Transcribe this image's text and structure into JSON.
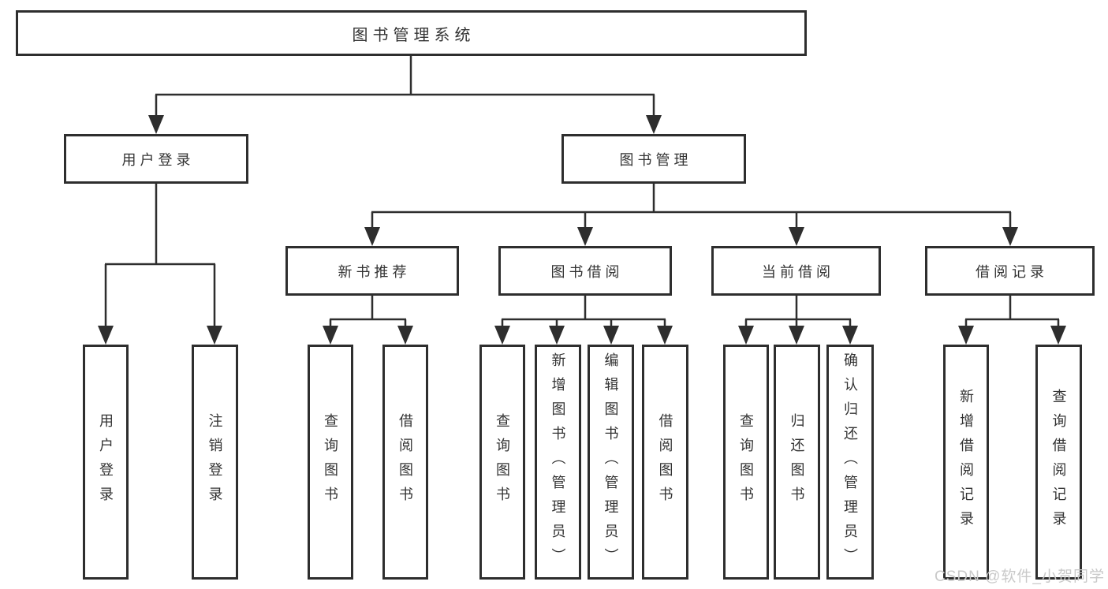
{
  "diagram_title": "图书管理系统",
  "colors": {
    "line": "#2e2e2e",
    "text": "#333333",
    "watermark": "#c9c9c9",
    "background": "#ffffff"
  },
  "watermark": "CSDN @软件_小贺同学",
  "tree": {
    "root": {
      "label": "图书管理系统",
      "children": [
        {
          "label": "用户登录",
          "children": [
            {
              "label": "用户登录"
            },
            {
              "label": "注销登录"
            }
          ]
        },
        {
          "label": "图书管理",
          "children": [
            {
              "label": "新书推荐",
              "children": [
                {
                  "label": "查询图书"
                },
                {
                  "label": "借阅图书"
                }
              ]
            },
            {
              "label": "图书借阅",
              "children": [
                {
                  "label": "查询图书"
                },
                {
                  "label": "新增图书（管理员）"
                },
                {
                  "label": "编辑图书（管理员）"
                },
                {
                  "label": "借阅图书"
                }
              ]
            },
            {
              "label": "当前借阅",
              "children": [
                {
                  "label": "查询图书"
                },
                {
                  "label": "归还图书"
                },
                {
                  "label": "确认归还（管理员）"
                }
              ]
            },
            {
              "label": "借阅记录",
              "children": [
                {
                  "label": "新增借阅记录"
                },
                {
                  "label": "查询借阅记录"
                }
              ]
            }
          ]
        }
      ]
    }
  }
}
